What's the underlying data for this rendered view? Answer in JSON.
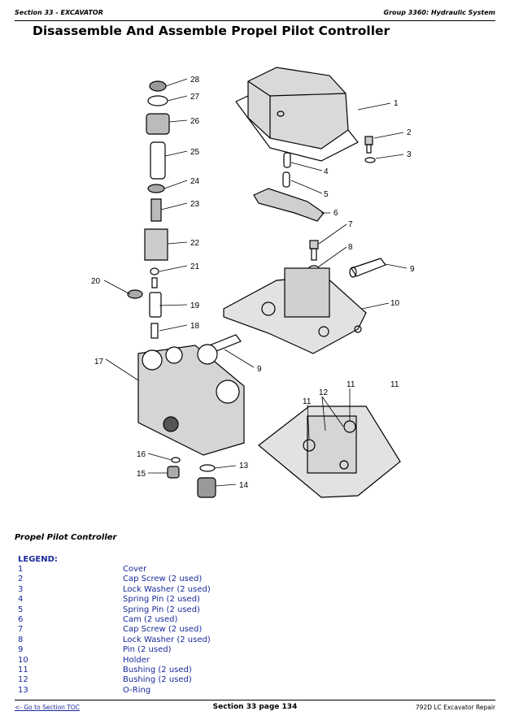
{
  "header": {
    "section": "Section 33 - EXCAVATOR",
    "group": "Group 3360: Hydraulic System"
  },
  "page_title": "Disassemble And Assemble Propel Pilot Controller",
  "figure": {
    "callouts": [
      "1",
      "2",
      "3",
      "4",
      "5",
      "6",
      "7",
      "8",
      "9",
      "10",
      "11",
      "12",
      "13",
      "14",
      "15",
      "16",
      "17",
      "18",
      "19",
      "20",
      "21",
      "22",
      "23",
      "24",
      "25",
      "26",
      "27",
      "28",
      "9",
      "11",
      "12",
      "11"
    ]
  },
  "caption": "Propel Pilot Controller",
  "legend": {
    "title": "LEGEND:",
    "items": [
      {
        "num": "1",
        "desc": "Cover"
      },
      {
        "num": "2",
        "desc": "Cap Screw (2 used)"
      },
      {
        "num": "3",
        "desc": "Lock Washer (2 used)"
      },
      {
        "num": "4",
        "desc": "Spring Pin (2 used)"
      },
      {
        "num": "5",
        "desc": "Spring Pin (2 used)"
      },
      {
        "num": "6",
        "desc": "Cam (2 used)"
      },
      {
        "num": "7",
        "desc": "Cap Screw (2 used)"
      },
      {
        "num": "8",
        "desc": "Lock Washer (2 used)"
      },
      {
        "num": "9",
        "desc": "Pin (2 used)"
      },
      {
        "num": "10",
        "desc": "Holder"
      },
      {
        "num": "11",
        "desc": "Bushing (2 used)"
      },
      {
        "num": "12",
        "desc": "Bushing (2 used)"
      },
      {
        "num": "13",
        "desc": "O-Ring"
      }
    ]
  },
  "footer": {
    "toc_link": "<- Go to Section TOC",
    "page": "Section 33 page 134",
    "doc": "792D LC Excavator Repair"
  }
}
